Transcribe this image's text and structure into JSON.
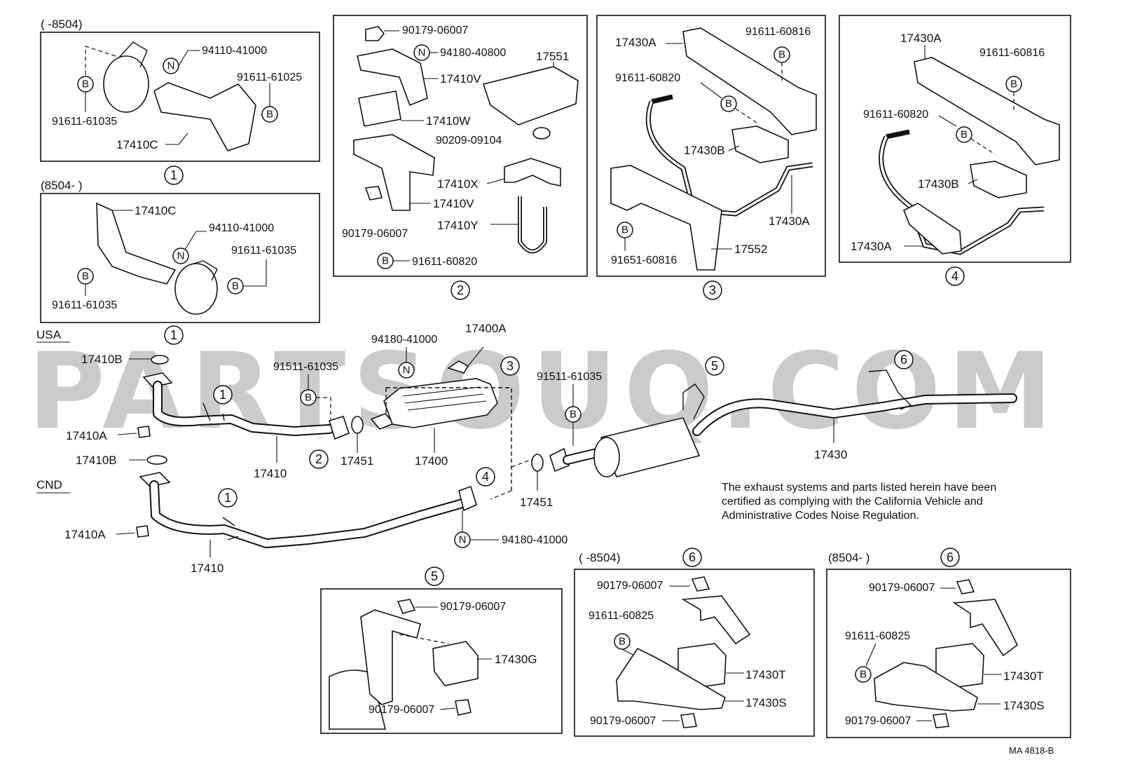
{
  "watermark": "PARTSOUQ.COM",
  "figure_code": "MA 4818-B",
  "market_labels": {
    "usa": "USA",
    "cnd": "CND"
  },
  "note": {
    "lines": [
      "The exhaust systems and parts listed herein have been",
      "certified as complying with the California Vehicle and",
      "Administrative Codes Noise Regulation."
    ]
  },
  "symbols": {
    "b": "B",
    "n": "N"
  },
  "detail_numbers": {
    "d1": "1",
    "d2": "2",
    "d3": "3",
    "d4": "4",
    "d5": "5",
    "d6": "6"
  },
  "date_ranges": {
    "until_8504": "(      -8504)",
    "from_8504": "(8504-        )"
  },
  "parts": {
    "p94110_41000": "94110-41000",
    "p91611_61025": "91611-61025",
    "p91611_61035": "91611-61035",
    "p17410C": "17410C",
    "p90179_06007": "90179-06007",
    "p94180_40800": "94180-40800",
    "p17410V": "17410V",
    "p17410W": "17410W",
    "p17551": "17551",
    "p90209_09104": "90209-09104",
    "p17410X": "17410X",
    "p17410Y": "17410Y",
    "p91611_60820": "91611-60820",
    "p17430A": "17430A",
    "p91611_60816": "91611-60816",
    "p17430B": "17430B",
    "p91651_60816": "91651-60816",
    "p17552": "17552",
    "p17410B": "17410B",
    "p17410A": "17410A",
    "p17410": "17410",
    "p91511_61035": "91511-61035",
    "p94180_41000": "94180-41000",
    "p17400A": "17400A",
    "p17451": "17451",
    "p17400": "17400",
    "p17430": "17430",
    "p17430G": "17430G",
    "p91611_60825": "91611-60825",
    "p17430T": "17430T",
    "p17430S": "17430S"
  }
}
